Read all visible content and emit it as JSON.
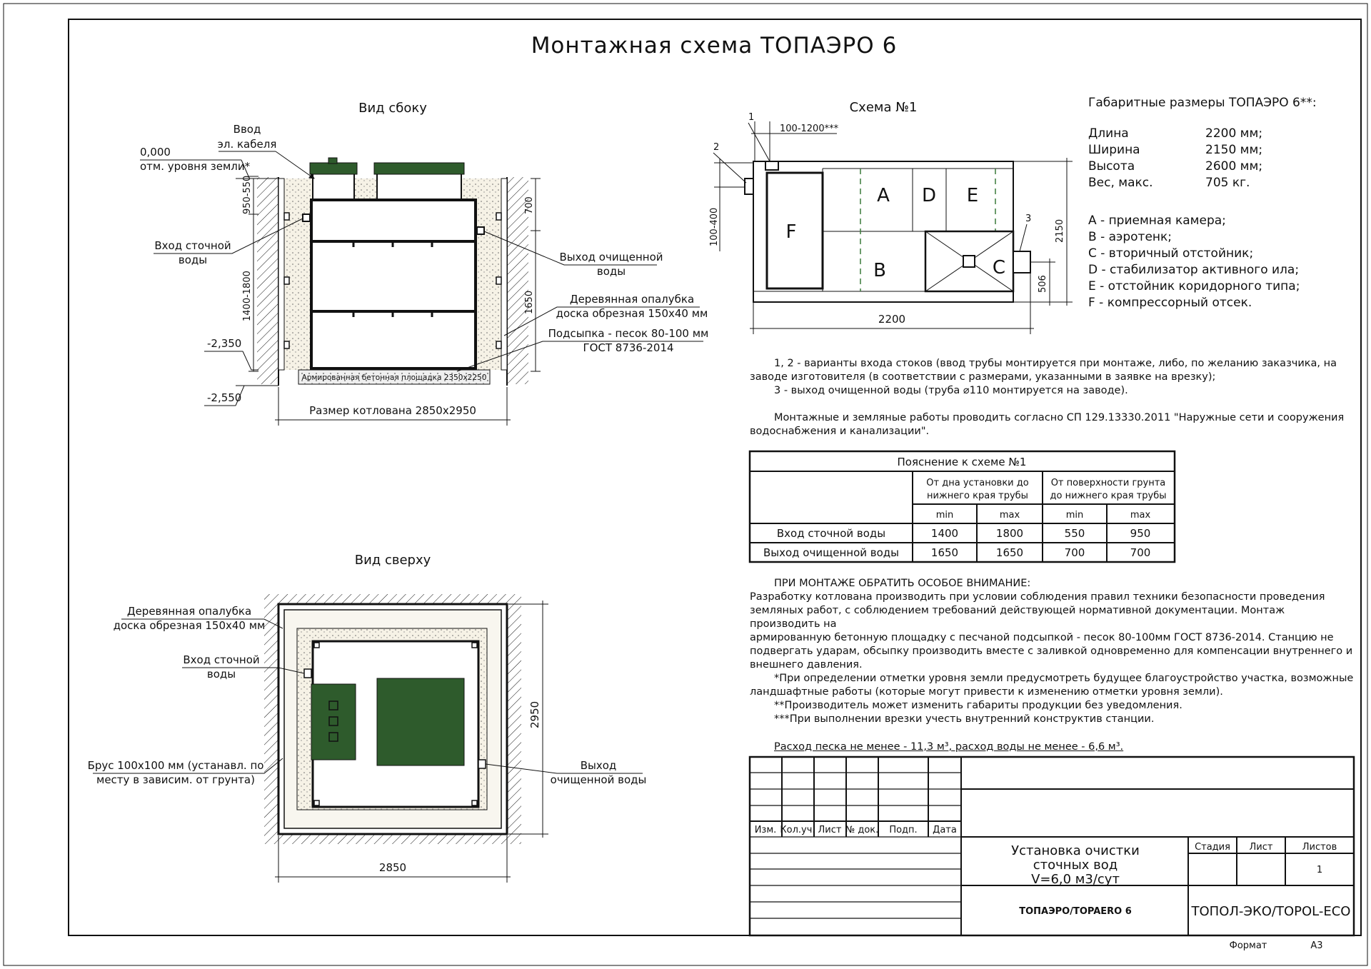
{
  "title": "Монтажная схема ТОПАЭРО 6",
  "side_view": {
    "heading": "Вид сбоку",
    "cable_input": [
      "Ввод",
      "эл. кабеля"
    ],
    "ground_level_value": "0,000",
    "ground_level_label": "отм. уровня земли*",
    "inlet_label": [
      "Вход сточной",
      "воды"
    ],
    "outlet_label": [
      "Выход очищенной",
      "воды"
    ],
    "formwork_label": [
      "Деревянная опалубка",
      "доска обрезная 150х40 мм"
    ],
    "sand_label": [
      "Подсыпка - песок 80-100 мм",
      "ГОСТ 8736-2014"
    ],
    "slab_label": "Армированная бетонная площадка 2350х2250",
    "pit_size": "Размер котлована 2850х2950",
    "dims": {
      "d950": "950-550",
      "d1400": "1400-1800",
      "d700": "700",
      "d1650": "1650",
      "l2350": "-2,350",
      "l2550": "-2,550"
    }
  },
  "top_view": {
    "heading": "Вид сверху",
    "formwork_label": [
      "Деревянная опалубка",
      "доска обрезная 150х40 мм"
    ],
    "inlet_label": [
      "Вход сточной",
      "воды"
    ],
    "beam_label": [
      "Брус 100х100 мм (устанавл. по",
      "месту в зависим. от грунта)"
    ],
    "outlet_label": [
      "Выход",
      "очищенной воды"
    ],
    "dim_width": "2850",
    "dim_depth": "2950"
  },
  "scheme": {
    "heading": "Схема №1",
    "marker_1": "1",
    "marker_2": "2",
    "marker_3": "3",
    "dim_top": "100-1200***",
    "dim_left": "100-400",
    "dim_right": "2150",
    "dim_outlet": "506",
    "dim_bottom": "2200",
    "zones": {
      "a": "A",
      "b": "B",
      "c": "C",
      "d": "D",
      "e": "E",
      "f": "F"
    }
  },
  "dimensions": {
    "heading": "Габаритные размеры ТОПАЭРО 6**:",
    "rows": [
      {
        "label": "Длина",
        "value": "2200 мм;"
      },
      {
        "label": "Ширина",
        "value": "2150 мм;"
      },
      {
        "label": "Высота",
        "value": "2600 мм;"
      },
      {
        "label": "Вес, макс.",
        "value": "705 кг."
      }
    ]
  },
  "legend": [
    "А - приемная камера;",
    "В - аэротенк;",
    "С - вторичный отстойник;",
    "D - стабилизатор активного ила;",
    "Е - отстойник коридорного типа;",
    "F - компрессорный отсек."
  ],
  "notes": [
    "1, 2 - варианты входа стоков (ввод трубы монтируется при монтаже, либо, по желанию заказчика, на",
    "заводе изготовителя (в соответствии с размерами, указанными в заявке на врезку);",
    "3 - выход очищенной воды (труба ⌀110 монтируется на заводе).",
    "Монтажные и земляные работы проводить согласно СП 129.13330.2011 \"Наружные сети и сооружения",
    "водоснабжения и канализации\"."
  ],
  "table": {
    "caption": "Пояснение к схеме №1",
    "group1": [
      "От дна установки до",
      "нижнего края трубы"
    ],
    "group2": [
      "От поверхности грунта",
      "до нижнего края трубы"
    ],
    "min": "min",
    "max": "max",
    "rows": [
      {
        "label": "Вход сточной воды",
        "v1": "1400",
        "v2": "1800",
        "v3": "550",
        "v4": "950"
      },
      {
        "label": "Выход очищенной воды",
        "v1": "1650",
        "v2": "1650",
        "v3": "700",
        "v4": "700"
      }
    ]
  },
  "attention": {
    "heading": "ПРИ МОНТАЖЕ ОБРАТИТЬ ОСОБОЕ ВНИМАНИЕ:",
    "lines": [
      "Разработку котлована производить при условии соблюдения правил техники безопасности проведения",
      "земляных работ, с соблюдением требований действующей нормативной документации. Монтаж производить на",
      "армированную бетонную площадку с песчаной подсыпкой - песок 80-100мм ГОСТ 8736-2014. Станцию не",
      "подвергать ударам, обсыпку производить вместе с заливкой одновременно для компенсации внутреннего и",
      "внешнего давления."
    ],
    "footnotes": [
      "*При определении отметки уровня земли предусмотреть будущее благоустройство участка, возможные",
      "ландшафтные работы (которые могут привести к изменению отметки уровня земли).",
      "**Производитель может изменить габариты продукции без уведомления.",
      "***При выполнении врезки учесть внутренний конструктив станции."
    ],
    "consumption": "Расход песка не менее - 11,3 м³, расход воды не менее - 6,6 м³."
  },
  "stamp": {
    "cols": [
      "Изм.",
      "Кол.уч.",
      "Лист",
      "№ док.",
      "Подп.",
      "Дата"
    ],
    "description": [
      "Установка очистки",
      "сточных вод",
      "V=6,0 м3/сут"
    ],
    "stage_header": "Стадия",
    "sheet_header": "Лист",
    "sheets_header": "Листов",
    "sheets_value": "1",
    "product": "ТОПАЭРО/TOPAERO 6",
    "company": "ТОПОЛ-ЭКО/TOPOL-ECO",
    "format_label": "Формат",
    "format_value": "А3"
  }
}
